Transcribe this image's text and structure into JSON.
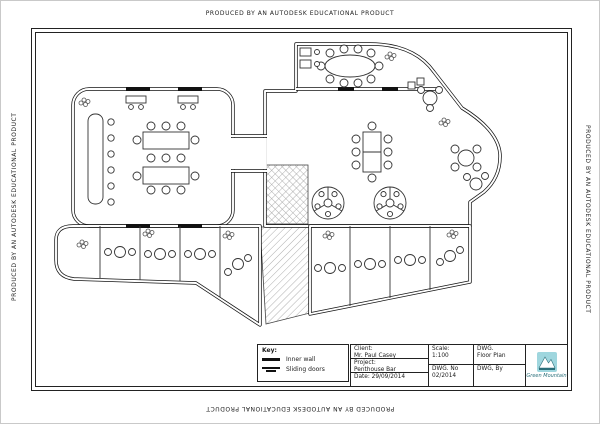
{
  "border_text": "PRODUCED BY AN AUTODESK EDUCATIONAL PRODUCT",
  "key": {
    "title": "Key:",
    "inner_wall": "Inner wall",
    "sliding_doors": "Sliding doors"
  },
  "title_block": {
    "client_label": "Client:",
    "client_value": "Mr. Paul Casey",
    "project_label": "Project:",
    "project_value": "Penthouse Bar",
    "date_label": "Date: 29/09/2014",
    "scale_label": "Scale:",
    "scale_value": "1:100",
    "dwg_label": "DWG.",
    "dwg_value": "Floor Plan",
    "dwg_no_label": "DWG. No",
    "dwg_no_value": "02/2014",
    "dwg_by_label": "DWG, By"
  },
  "logo": {
    "name": "Green Mountain"
  },
  "colors": {
    "wall": "#141414",
    "furniture": "#333333",
    "hatch": "#9a9a9a",
    "logo_teal": "#9fd6de"
  }
}
